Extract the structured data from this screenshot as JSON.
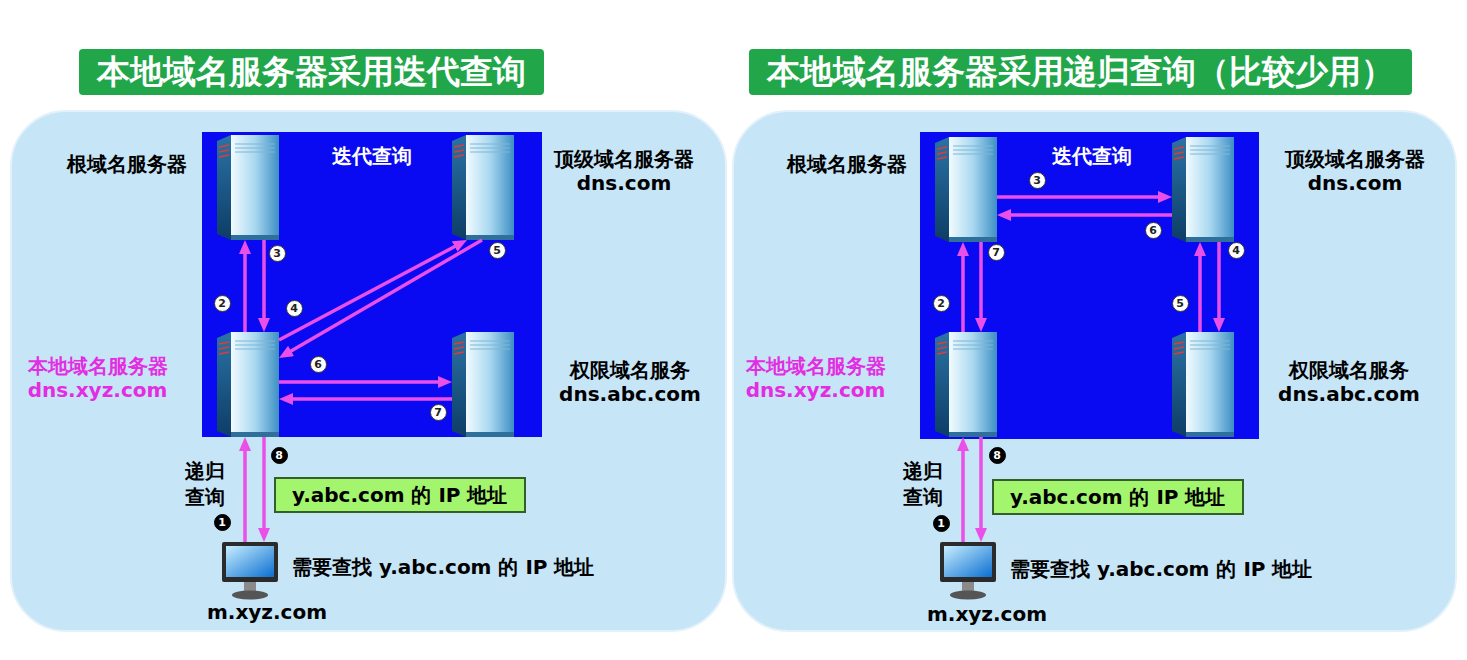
{
  "diagram": {
    "nodes": [
      {
        "text": [
          "本地域名服务器采用迭代查询"
        ]
      },
      {
        "text": [
          "迭代查询"
        ],
        "in": 0
      },
      {
        "text": [
          "根域名服务器"
        ],
        "in": 1
      },
      {
        "text": [
          "顶级域名服务器 dns.com"
        ],
        "in": 1
      },
      {
        "text": [
          "本地域名服务器 dns.xyz.com"
        ],
        "in": 1
      },
      {
        "text": [
          "权限域名服务 dns.abc.com"
        ],
        "in": 1
      },
      {
        "text": [
          "y.abc.com 的 IP 地址"
        ],
        "in": 0
      },
      {
        "text": [
          "需要查找 y.abc.com 的 IP 地址",
          "m.xyz.com"
        ],
        "in": 0
      },
      {
        "text": [
          "本地域名服务器采用递归查询（比较少用）"
        ]
      },
      {
        "text": [
          "迭代查询"
        ],
        "in": 8
      },
      {
        "text": [
          "根域名服务器"
        ],
        "in": 9
      },
      {
        "text": [
          "顶级域名服务器 dns.com"
        ],
        "in": 9
      },
      {
        "text": [
          "本地域名服务器 dns.xyz.com"
        ],
        "in": 9
      },
      {
        "text": [
          "权限域名服务 dns.abc.com"
        ],
        "in": 9
      },
      {
        "text": [
          "y.abc.com 的 IP 地址"
        ],
        "in": 8
      },
      {
        "text": [
          "需要查找 y.abc.com 的 IP 地址",
          "m.xyz.com"
        ],
        "in": 8
      }
    ],
    "edges": [
      {
        "from": 7,
        "to": 4,
        "arrow": "to",
        "label": "1"
      },
      {
        "from": 4,
        "to": 7,
        "arrow": "to",
        "label": "8"
      },
      {
        "from": 4,
        "to": 2,
        "arrow": "to",
        "label": "2"
      },
      {
        "from": 2,
        "to": 4,
        "arrow": "to",
        "label": "3"
      },
      {
        "from": 4,
        "to": 3,
        "arrow": "to",
        "label": "4"
      },
      {
        "from": 3,
        "to": 4,
        "arrow": "to",
        "label": "5"
      },
      {
        "from": 4,
        "to": 5,
        "arrow": "to",
        "label": "6"
      },
      {
        "from": 5,
        "to": 4,
        "arrow": "to",
        "label": "7"
      },
      {
        "from": 15,
        "to": 12,
        "arrow": "to",
        "label": "1"
      },
      {
        "from": 12,
        "to": 15,
        "arrow": "to",
        "label": "8"
      },
      {
        "from": 12,
        "to": 10,
        "arrow": "to",
        "label": "2"
      },
      {
        "from": 10,
        "to": 11,
        "arrow": "to",
        "label": "3"
      },
      {
        "from": 11,
        "to": 13,
        "arrow": "to",
        "label": "4"
      },
      {
        "from": 13,
        "to": 11,
        "arrow": "to",
        "label": "5"
      },
      {
        "from": 11,
        "to": 10,
        "arrow": "to",
        "label": "6"
      },
      {
        "from": 10,
        "to": 12,
        "arrow": "to",
        "label": "7"
      }
    ],
    "labels": [
      "递归查询",
      "递归查询"
    ]
  }
}
